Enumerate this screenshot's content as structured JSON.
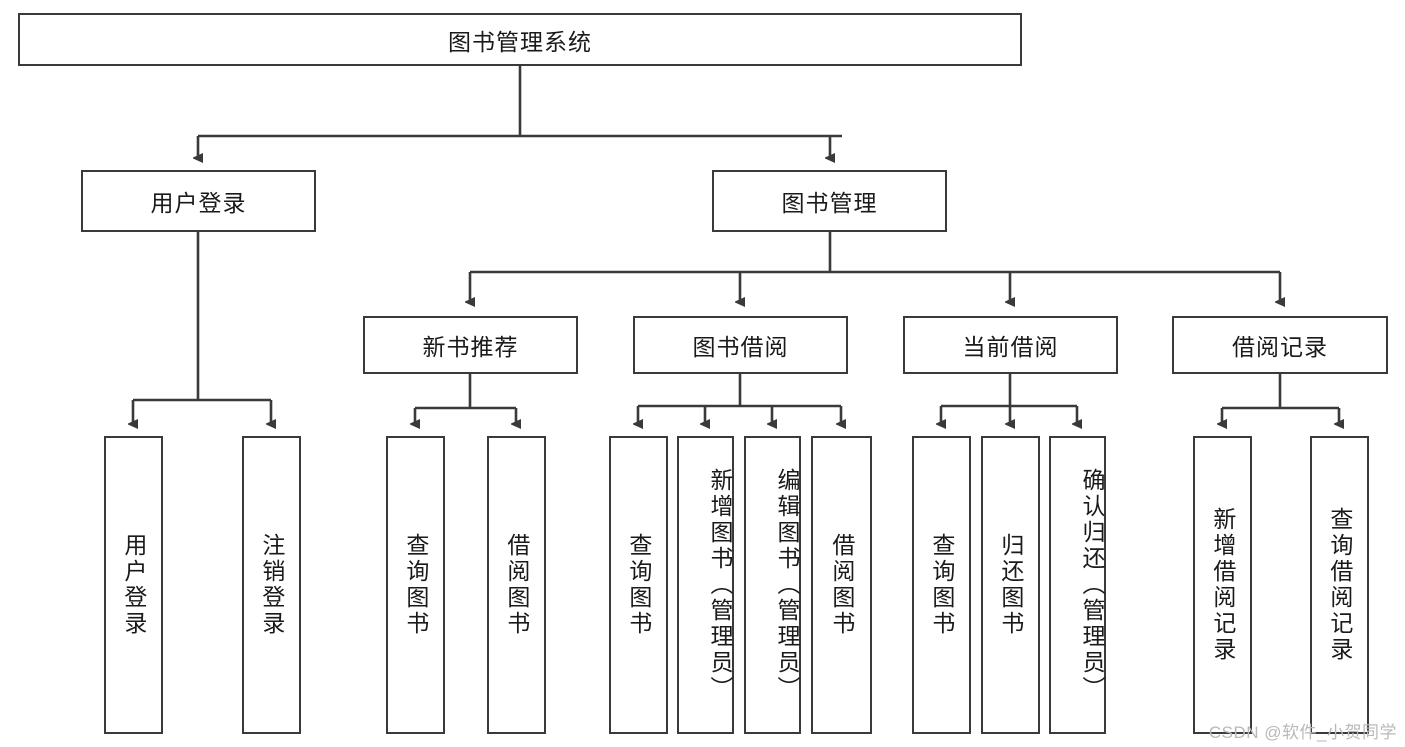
{
  "diagram": {
    "title": "图书管理系统",
    "type": "tree-hierarchy-diagram",
    "colors": {
      "border": "#3a3a3a",
      "background": "#ffffff",
      "text": "#1a1a1a",
      "watermark": "#b9b9b9"
    },
    "root": {
      "label": "图书管理系统"
    },
    "level2": [
      {
        "label": "用户登录"
      },
      {
        "label": "图书管理"
      }
    ],
    "level3": [
      {
        "label": "新书推荐"
      },
      {
        "label": "图书借阅"
      },
      {
        "label": "当前借阅"
      },
      {
        "label": "借阅记录"
      }
    ],
    "leaves": {
      "user_login": [
        {
          "label": "用户登录"
        },
        {
          "label": "注销登录"
        }
      ],
      "new_book_recommend": [
        {
          "label": "查询图书"
        },
        {
          "label": "借阅图书"
        }
      ],
      "book_borrow": [
        {
          "label": "查询图书"
        },
        {
          "label": "新增图书（管理员）"
        },
        {
          "label": "编辑图书（管理员）"
        },
        {
          "label": "借阅图书"
        }
      ],
      "current_borrow": [
        {
          "label": "查询图书"
        },
        {
          "label": "归还图书"
        },
        {
          "label": "确认归还（管理员）"
        }
      ],
      "borrow_record": [
        {
          "label": "新增借阅记录"
        },
        {
          "label": "查询借阅记录"
        }
      ]
    }
  },
  "watermark": {
    "text": "CSDN @软件_小贺同学"
  }
}
